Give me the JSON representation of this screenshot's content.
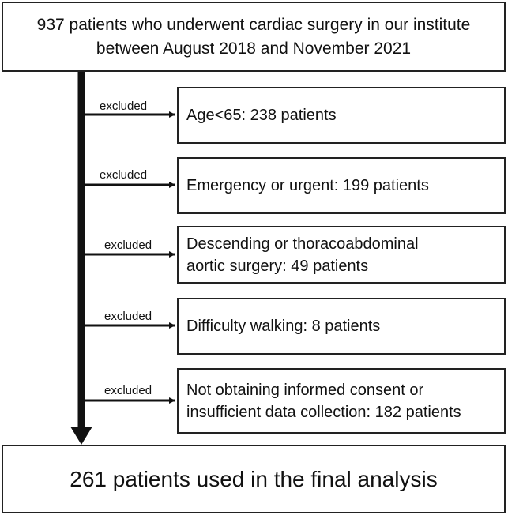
{
  "top_box": {
    "line1": "937 patients who underwent cardiac surgery in our institute",
    "line2": "between August 2018 and November 2021"
  },
  "exclusions": [
    {
      "label": "excluded",
      "lines": [
        "Age<65: 238 patients"
      ]
    },
    {
      "label": "excluded",
      "lines": [
        "Emergency or urgent: 199 patients"
      ]
    },
    {
      "label": "excluded",
      "lines": [
        "Descending or thoracoabdominal",
        "aortic surgery: 49 patients"
      ]
    },
    {
      "label": "excluded",
      "lines": [
        "Difficulty walking: 8 patients"
      ]
    },
    {
      "label": "excluded",
      "lines": [
        "Not obtaining informed consent or",
        "insufficient data collection: 182 patients"
      ]
    }
  ],
  "bottom_box": {
    "text": "261 patients used in the final analysis"
  }
}
